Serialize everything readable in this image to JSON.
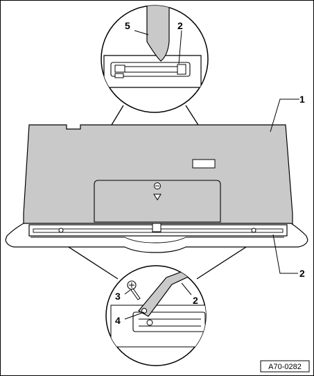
{
  "figure": {
    "reference_code": "A70-0282",
    "callouts": [
      {
        "id": "c1",
        "label": "1"
      },
      {
        "id": "c2-top",
        "label": "2"
      },
      {
        "id": "c2-right",
        "label": "2"
      },
      {
        "id": "c2-bottom",
        "label": "2"
      },
      {
        "id": "c3",
        "label": "3"
      },
      {
        "id": "c4",
        "label": "4"
      },
      {
        "id": "c5",
        "label": "5"
      }
    ]
  },
  "colors": {
    "panel_fill": "#c9c9c9",
    "line": "#000000",
    "background": "#ffffff"
  }
}
